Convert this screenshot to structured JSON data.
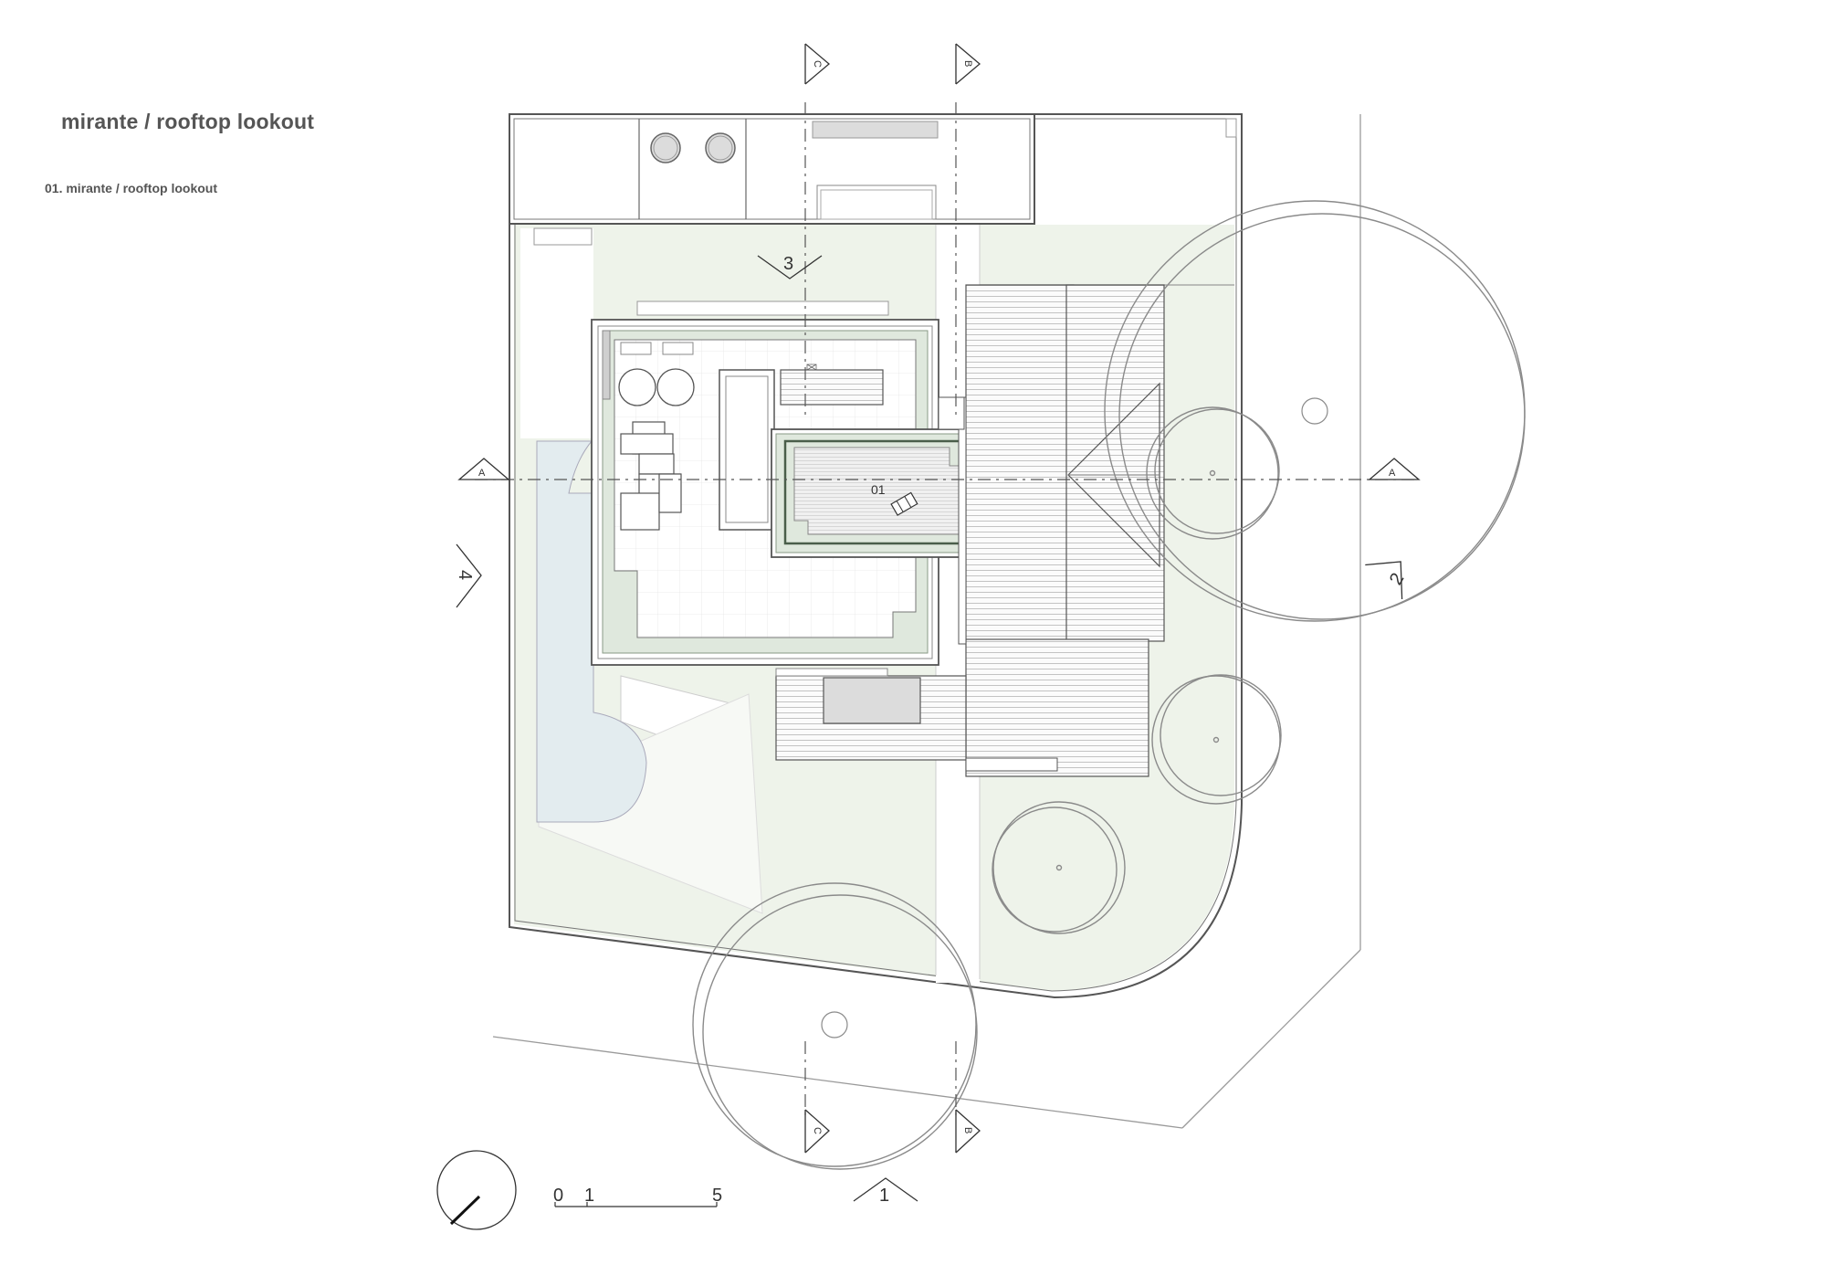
{
  "drawing": {
    "title": "mirante  /  rooftop lookout",
    "legend": [
      "01. mirante  /  rooftop lookout"
    ]
  },
  "section_marks": {
    "A_left": "A",
    "A_right": "A",
    "B_top": "B",
    "B_bottom": "B",
    "C_top": "C",
    "C_bottom": "C"
  },
  "elevation_marks": {
    "one": "1",
    "two": "2",
    "three": "3",
    "four": "4"
  },
  "room_tags": {
    "lookout": "01"
  },
  "scale_bar": {
    "labels": [
      "0",
      "1",
      "5"
    ]
  },
  "colors": {
    "garden": "#eef3ea",
    "pool": "#e3ecef",
    "line": "#555555",
    "light_line": "#9a9a9a",
    "deck_fill": "#f3f3f3",
    "roof_green": "#dfe8dd"
  }
}
